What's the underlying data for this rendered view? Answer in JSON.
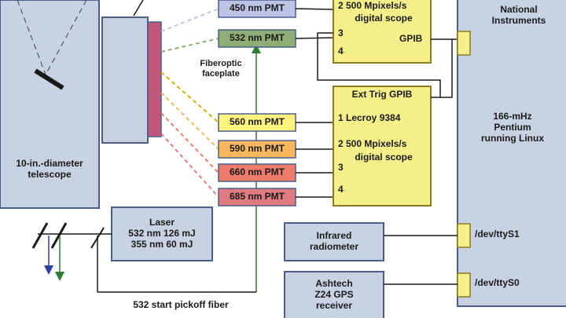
{
  "colors": {
    "box_fill": "#c7d3e3",
    "box_stroke": "#4a5f8c",
    "scope_fill": "#f6f08a",
    "scope_stroke": "#8c7a1d",
    "faceplate": "#c2577c",
    "pmt_450": "#bcc3e4",
    "pmt_532": "#8fae77",
    "pmt_560": "#fff27d",
    "pmt_590": "#f7b75d",
    "pmt_660": "#ee7c6a",
    "pmt_685": "#e07b80",
    "wire": "#1a1a1a",
    "fiber_green": "#2d7a33",
    "laser_blue": "#2f3fa6"
  },
  "telescope": {
    "label_line1": "10-in.-diameter",
    "label_line2": "telescope"
  },
  "fiberoptic": {
    "label_line1": "Fiberoptic",
    "label_line2": "faceplate"
  },
  "pmts": [
    {
      "label": "450 nm PMT",
      "color": "pmt_450"
    },
    {
      "label": "532 nm PMT",
      "color": "pmt_532"
    },
    {
      "label": "560 nm PMT",
      "color": "pmt_560"
    },
    {
      "label": "590 nm PMT",
      "color": "pmt_590"
    },
    {
      "label": "660 nm PMT",
      "color": "pmt_660"
    },
    {
      "label": "685 nm PMT",
      "color": "pmt_685"
    }
  ],
  "scope_top": {
    "line2": "2 500 Mpixels/s",
    "line3": "digital scope",
    "port3": "3",
    "port4": "4",
    "gpib": "GPIB"
  },
  "scope_bottom": {
    "header": "Ext Trig GPIB",
    "line1": "1 Lecroy 9384",
    "line2": "2 500 Mpixels/s",
    "line3": "digital scope",
    "port3": "3",
    "port4": "4"
  },
  "computer": {
    "top_line1": "National",
    "top_line2": "Instruments",
    "line1": "166-mHz",
    "line2": "Pentium",
    "line3": "running Linux",
    "port_s1": "/dev/ttyS1",
    "port_s0": "/dev/ttyS0"
  },
  "laser": {
    "line1": "Laser",
    "line2": "532 nm 126 mJ",
    "line3": "355 nm 60 mJ"
  },
  "radiometer": {
    "line1": "Infrared",
    "line2": "radiometer"
  },
  "gps": {
    "line1": "Ashtech",
    "line2": "Z24 GPS",
    "line3": "receiver"
  },
  "fiber": {
    "label": "532 start pickoff fiber"
  }
}
